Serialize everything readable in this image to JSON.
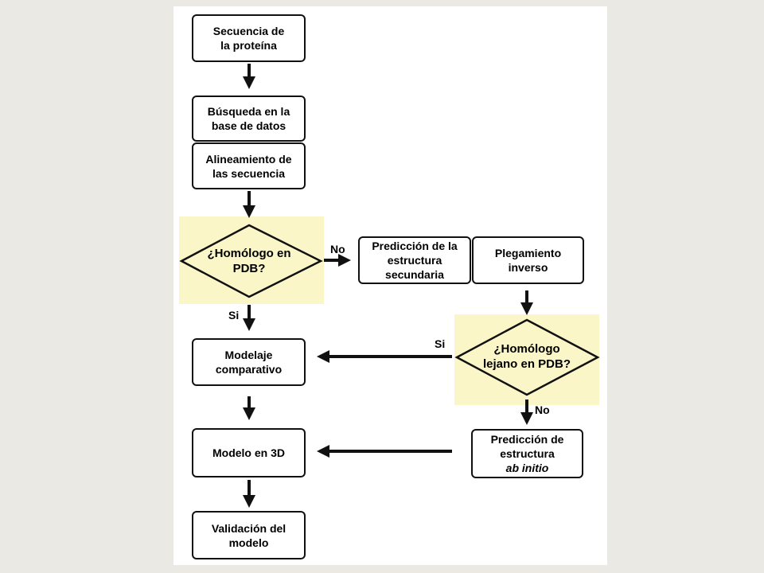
{
  "steps": {
    "sequence": [
      "Secuencia de",
      "la proteína"
    ],
    "search": [
      "Búsqueda en la",
      "base de datos"
    ],
    "alignment": [
      "Alineamiento de",
      "las secuencia"
    ],
    "secondary": [
      "Predicción de la",
      "estructura",
      "secundaria"
    ],
    "inverse": [
      "Plegamiento",
      "inverso"
    ],
    "comparative": [
      "Modelaje",
      "comparativo"
    ],
    "model3d": [
      "Modelo en 3D"
    ],
    "abinitio": [
      "Predicción de",
      "estructura",
      "ab initio"
    ],
    "validation": [
      "Validación del",
      "modelo"
    ]
  },
  "decisions": {
    "homolog": [
      "¿Homólogo en",
      "PDB?"
    ],
    "distant": [
      "¿Homólogo",
      "lejano en PDB?"
    ]
  },
  "labels": {
    "homolog_no": "No",
    "homolog_yes": "Si",
    "distant_yes": "Si",
    "distant_no": "No"
  },
  "colors": {
    "page_background": "#ebe9e3",
    "panel": "#ffffff",
    "decision_highlight": "#fbf6c8",
    "lines": "#111111"
  }
}
